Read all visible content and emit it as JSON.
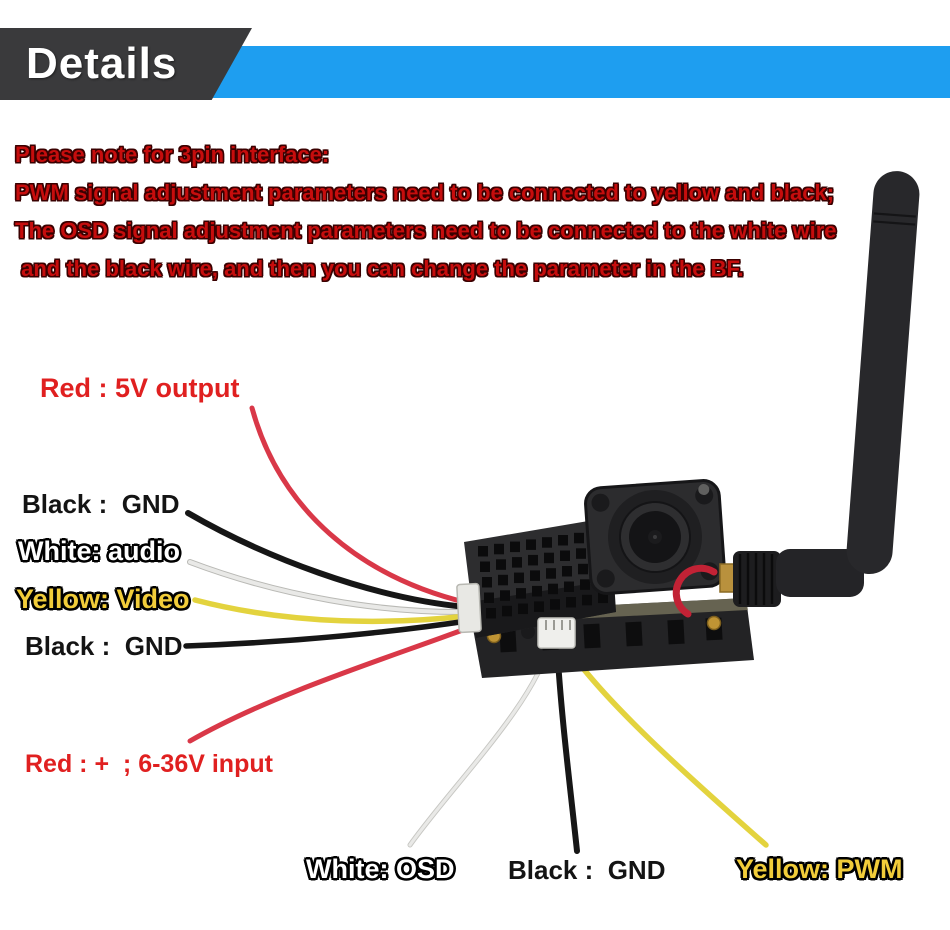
{
  "header": {
    "title": "Details"
  },
  "note": {
    "lines": [
      "Please note for 3pin interface:",
      "PWM signal adjustment parameters need to be connected to yellow and black;",
      "The OSD signal adjustment parameters need to be connected to the white wire",
      " and the black wire, and then you can change the parameter in the BF."
    ]
  },
  "wire_labels": {
    "left": [
      {
        "text": "Red : 5V output",
        "wire_color": "red",
        "style": "red"
      },
      {
        "text": "Black :  GND",
        "wire_color": "black",
        "style": "black"
      },
      {
        "text": "White: audio",
        "wire_color": "white",
        "style": "white"
      },
      {
        "text": "Yellow: Video",
        "wire_color": "yellow",
        "style": "yellow"
      },
      {
        "text": "Black :  GND",
        "wire_color": "black",
        "style": "black"
      },
      {
        "text": "Red : +  ; 6-36V input",
        "wire_color": "red",
        "style": "red"
      }
    ],
    "bottom": [
      {
        "text": "White: OSD",
        "wire_color": "white",
        "style": "white"
      },
      {
        "text": "Black :  GND",
        "wire_color": "black",
        "style": "black"
      },
      {
        "text": "Yellow: PWM",
        "wire_color": "yellow",
        "style": "yellow"
      }
    ]
  },
  "colors": {
    "banner_blue": "#1e9ef0",
    "header_dark": "#3a3a3c",
    "note_red": "#c60d0d",
    "label_red": "#e02020",
    "wire_red": "#d93848",
    "wire_yellow": "#e3d33e",
    "wire_black": "#161616",
    "wire_white": "#e9e9e7"
  }
}
